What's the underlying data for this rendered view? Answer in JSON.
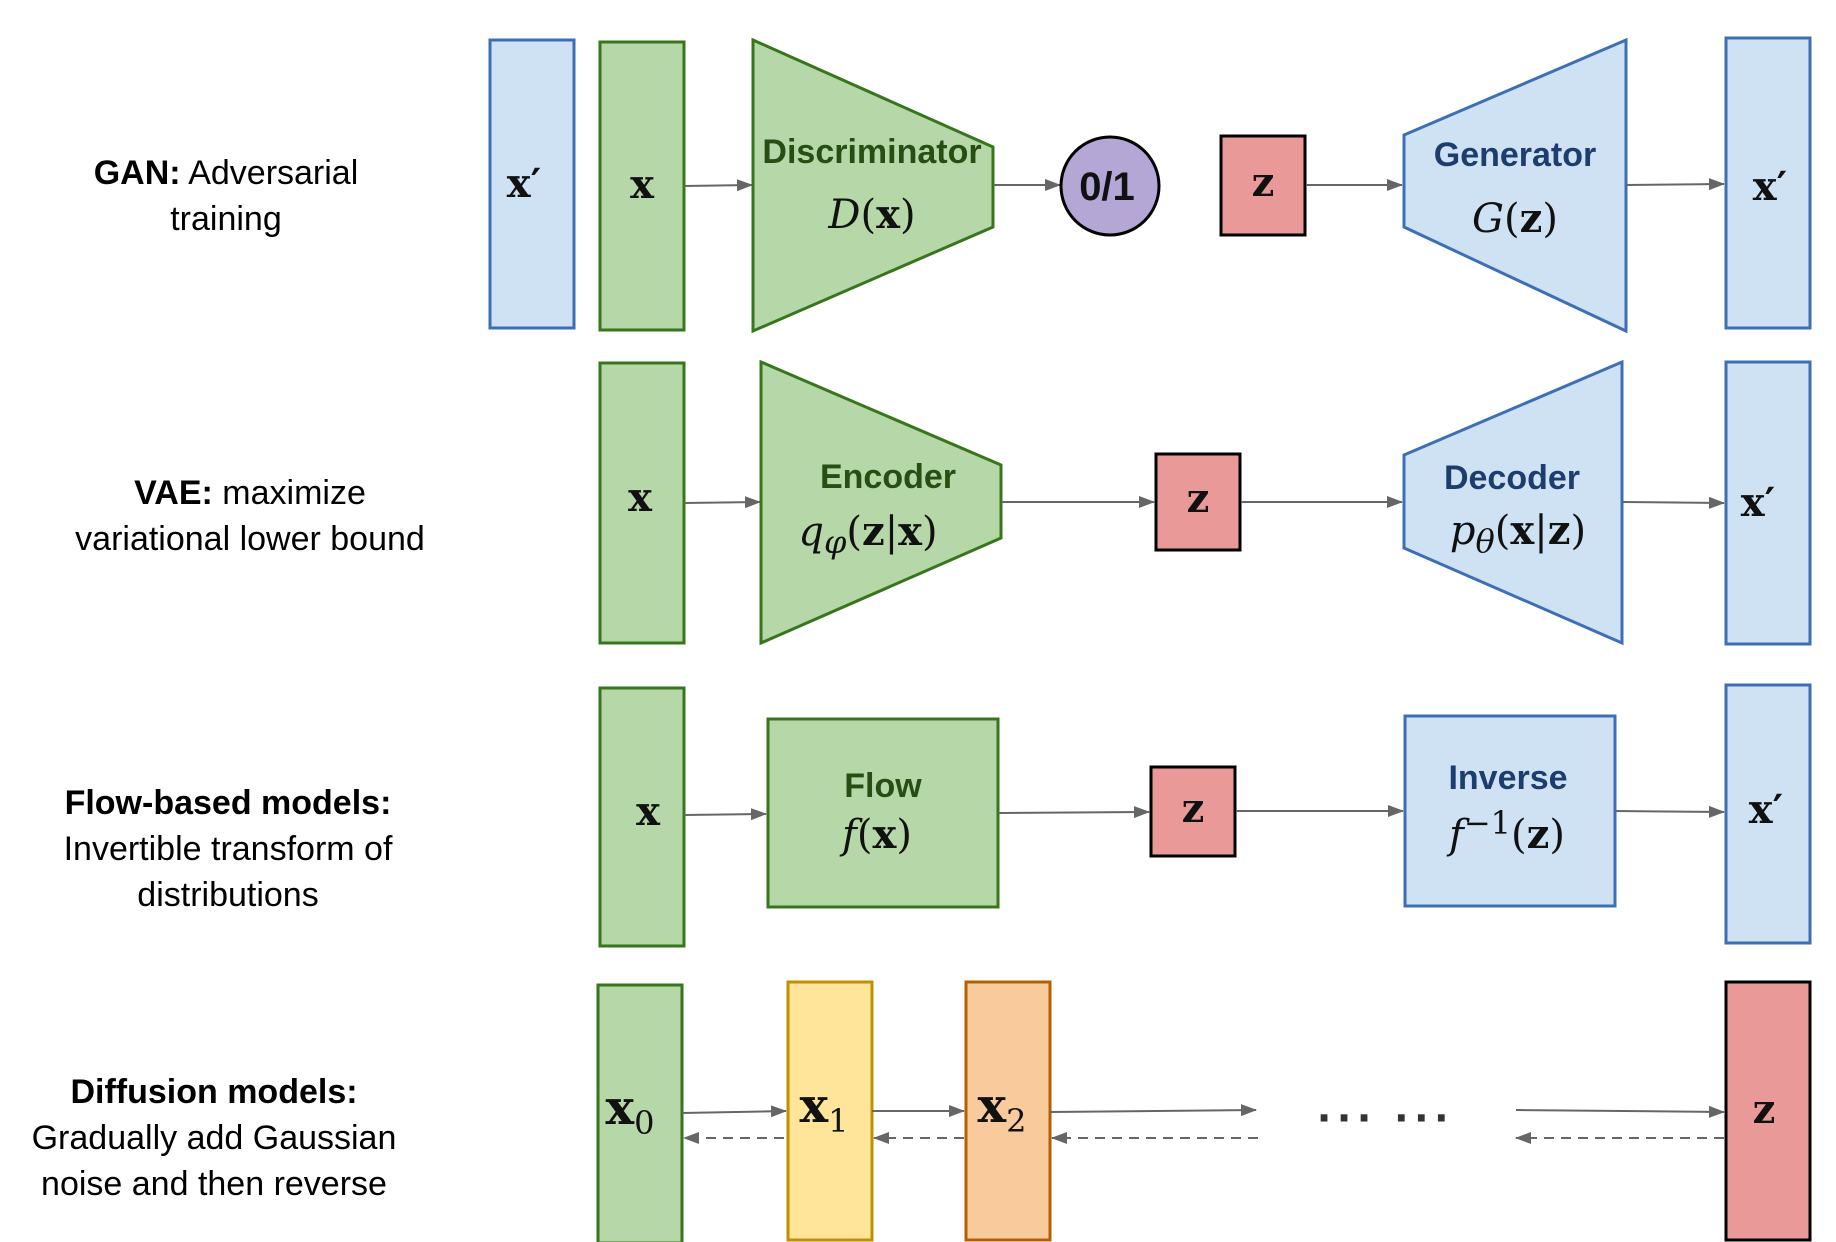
{
  "colors": {
    "blue_fill": "#cfe2f3",
    "blue_stroke": "#3d6fb6",
    "green_fill": "#b6d7a8",
    "green_stroke": "#38761d",
    "red_fill": "#ea9999",
    "red_stroke": "#000000",
    "purple_fill": "#b4a7d6",
    "yellow_fill": "#ffe599",
    "yellow_stroke": "#bf9000",
    "orange_fill": "#f9cb9c",
    "orange_stroke": "#b45f06",
    "arrow": "#666666",
    "green_text": "#274e13",
    "blue_text": "#1c3d6e"
  },
  "rows": {
    "gan": {
      "label_bold": "GAN:",
      "label_rest": " Adversarial",
      "label_line2": "training",
      "discriminator": "Discriminator",
      "d_func": "D",
      "d_arg": "x",
      "output": "0/1",
      "generator": "Generator",
      "g_func": "G",
      "g_arg": "z",
      "x_prime_in": "x′",
      "x": "x",
      "z": "z",
      "x_prime_out": "x′"
    },
    "vae": {
      "label_bold": "VAE:",
      "label_rest": " maximize",
      "label_line2": "variational lower bound",
      "encoder": "Encoder",
      "enc_func": "q",
      "enc_sub": "φ",
      "enc_args": [
        "z",
        "x"
      ],
      "decoder": "Decoder",
      "dec_func": "p",
      "dec_sub": "θ",
      "dec_args": [
        "x",
        "z"
      ],
      "x": "x",
      "z": "z",
      "x_prime": "x′"
    },
    "flow": {
      "label_line1": "Flow-based models:",
      "label_line2": "Invertible transform of",
      "label_line3": "distributions",
      "flow": "Flow",
      "f_func": "f",
      "f_arg": "x",
      "inverse": "Inverse",
      "inv_func": "f",
      "inv_sup": "−1",
      "inv_arg": "z",
      "x": "x",
      "z": "z",
      "x_prime": "x′"
    },
    "diffusion": {
      "label_line1": "Diffusion models:",
      "label_line2": "Gradually add Gaussian",
      "label_line3": "noise and then reverse",
      "x": "x",
      "sub0": "0",
      "sub1": "1",
      "sub2": "2",
      "ellipsis": "··· ···",
      "z": "z"
    }
  }
}
